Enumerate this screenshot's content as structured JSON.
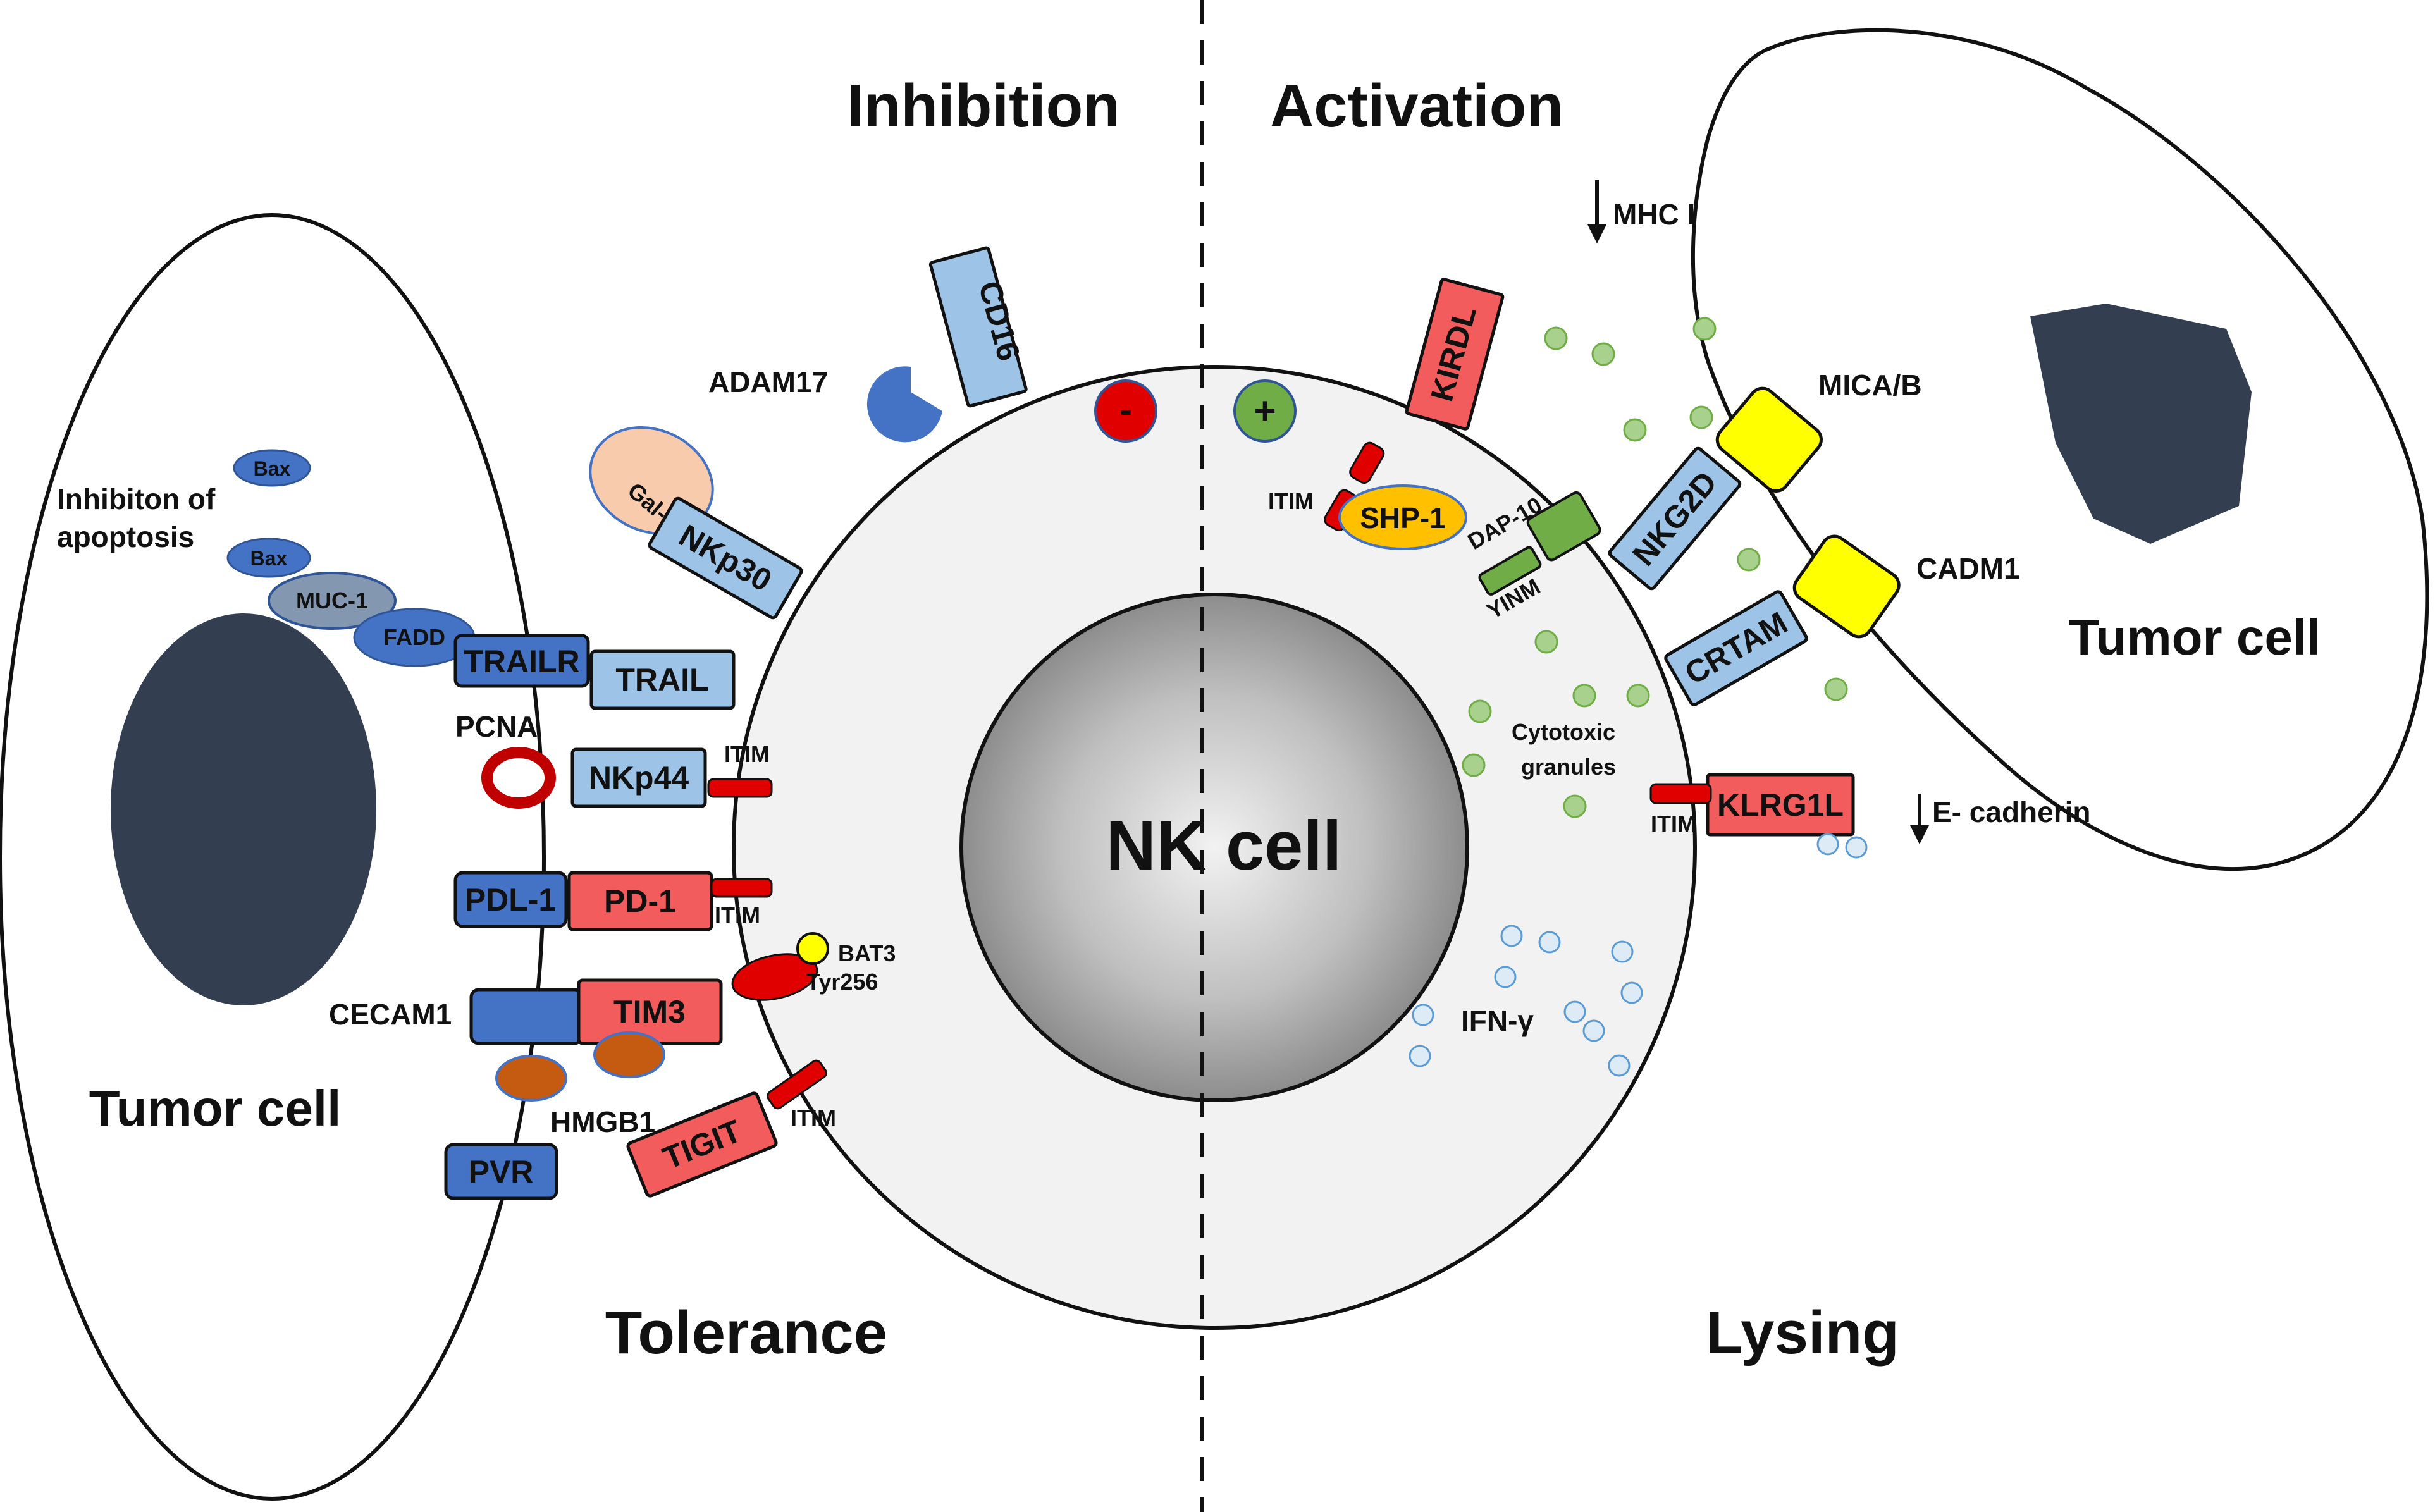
{
  "headings": {
    "inhibition": "Inhibition",
    "activation": "Activation",
    "tolerance": "Tolerance",
    "lysing": "Lysing",
    "nk_cell": "NK cell",
    "tumor_cell_left": "Tumor cell",
    "tumor_cell_right": "Tumor cell"
  },
  "signs": {
    "minus": "-",
    "plus": "+"
  },
  "left_tumor": {
    "bax_1": "Bax",
    "bax_2": "Bax",
    "muc1": "MUC-1",
    "fadd": "FADD",
    "inhibition_of_apoptosis_line1": "Inhibiton of",
    "inhibition_of_apoptosis_line2": "apoptosis",
    "trailr": "TRAILR",
    "pcna": "PCNA",
    "pdl1": "PDL-1",
    "cecam1": "CECAM1",
    "hmgb1": "HMGB1",
    "pvr": "PVR"
  },
  "nk_receptors_left": {
    "cd16": "CD16",
    "adam17": "ADAM17",
    "gal3": "Gal-3",
    "nkp30": "NKp30",
    "trail": "TRAIL",
    "nkp44": "NKp44",
    "pd1": "PD-1",
    "tim3": "TIM3",
    "tigit": "TIGIT",
    "itim_nkp44": "ITIM",
    "itim_pd1": "ITIM",
    "itim_tigit": "ITIM",
    "bat3": "BAT3",
    "tyr256": "Tyr256"
  },
  "nk_receptors_right": {
    "kirdl": "KIRDL",
    "itim_kir": "ITIM",
    "shp1": "SHP-1",
    "dap10": "DAP-10",
    "yinm": "YINM",
    "nkg2d": "NKG2D",
    "crtam": "CRTAM",
    "klrg1l": "KLRG1L",
    "itim_klrg1": "ITIM",
    "cytotoxic_line1": "Cytotoxic",
    "cytotoxic_line2": "granules",
    "ifn": "IFN-γ"
  },
  "right_tumor": {
    "mhc": "MHC I",
    "mica": "MICA/B",
    "cadm1": "CADM1",
    "ecadherin": "E- cadherin"
  },
  "colors": {
    "dark_blue": "#4472c4",
    "light_blue": "#9dc3e6",
    "red": "#f25c5c",
    "green": "#70ad47",
    "yellow": "#ffff00",
    "orange": "#ffc000",
    "peach": "#f8cbad",
    "brown": "#c55a11"
  }
}
